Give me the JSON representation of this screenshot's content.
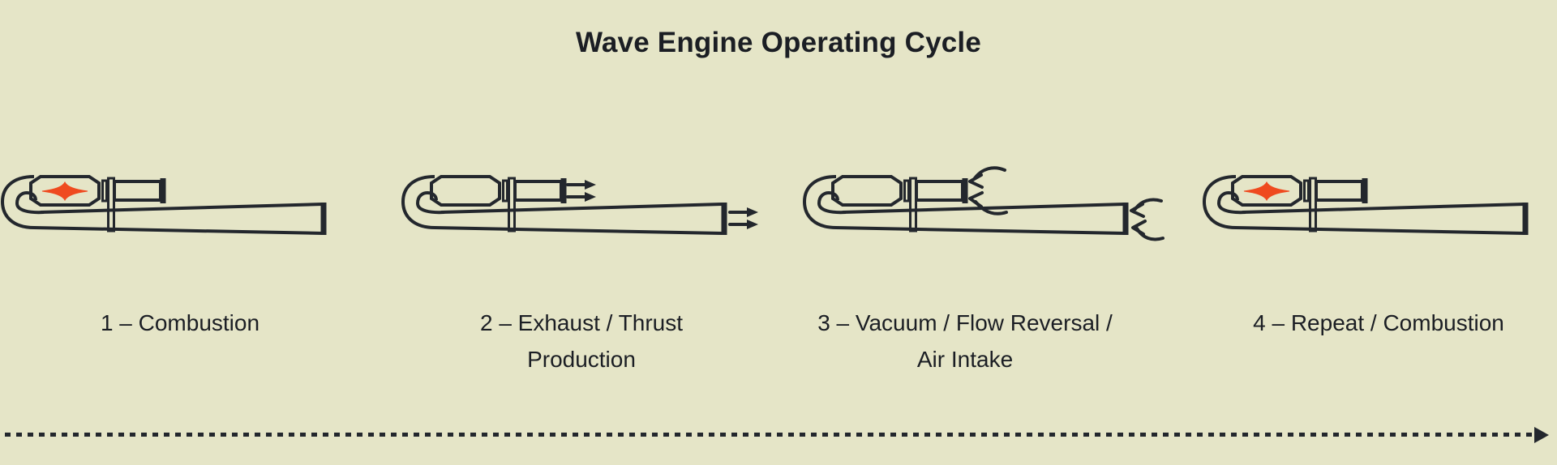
{
  "title": "Wave Engine Operating Cycle",
  "colors": {
    "background": "#e5e5c7",
    "line": "#23272d",
    "spark": "#ef4a1f",
    "text": "#1b1e24"
  },
  "stages": [
    {
      "number": "1",
      "label": "1 – Combustion",
      "label_lines": [
        "1 – Combustion"
      ],
      "spark": true,
      "flow": "none"
    },
    {
      "number": "2",
      "label": "2 – Exhaust / Thrust Production",
      "label_lines": [
        "2 – Exhaust / Thrust",
        "Production"
      ],
      "spark": false,
      "flow": "exhaust-out"
    },
    {
      "number": "3",
      "label": "3 – Vacuum / Flow Reversal / Air Intake",
      "label_lines": [
        "3 – Vacuum / Flow Reversal /",
        "Air Intake"
      ],
      "spark": false,
      "flow": "intake-in"
    },
    {
      "number": "4",
      "label": "4 – Repeat / Combustion",
      "label_lines": [
        "4 – Repeat / Combustion"
      ],
      "spark": true,
      "flow": "none"
    }
  ],
  "timeline": {
    "style": "dotted-line",
    "direction": "right"
  }
}
